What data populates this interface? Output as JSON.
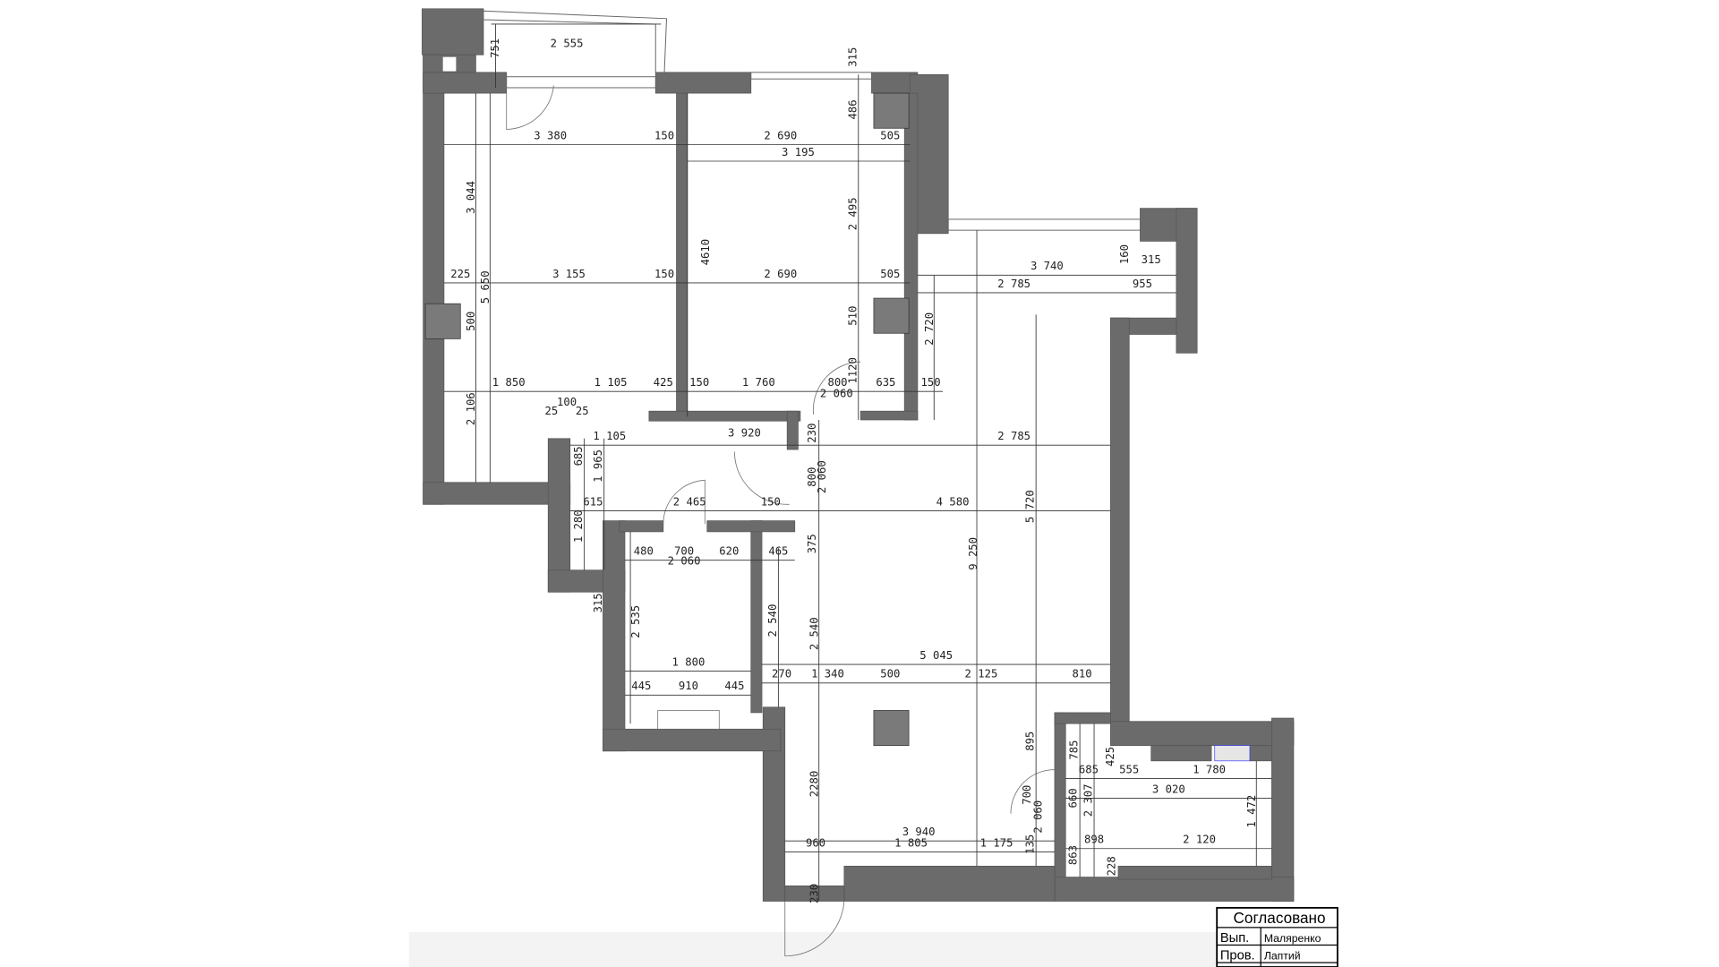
{
  "dimensions": {
    "horizontal": [
      "2 555",
      "3 380",
      "150",
      "2 690",
      "505",
      "3 195",
      "225",
      "3 155",
      "150",
      "2 690",
      "505",
      "3 740",
      "315",
      "2 785",
      "955",
      "1 850",
      "1 105",
      "425",
      "150",
      "1 760",
      "800",
      "635",
      "150",
      "2 060",
      "100",
      "25",
      "25",
      "1 105",
      "3 920",
      "2 785",
      "615",
      "2 465",
      "150",
      "4 580",
      "480",
      "700",
      "620",
      "465",
      "2 060",
      "1 800",
      "5 045",
      "445",
      "910",
      "445",
      "270",
      "1 340",
      "500",
      "2 125",
      "810",
      "3 940",
      "960",
      "1 805",
      "1 175",
      "685",
      "555",
      "1 780",
      "3 020",
      "898",
      "2 120"
    ],
    "vertical": [
      "751",
      "315",
      "486",
      "3 044",
      "2 495",
      "4610",
      "160",
      "5 650",
      "500",
      "510",
      "2 720",
      "1120",
      "2 106",
      "230",
      "685",
      "1 965",
      "800",
      "2 060",
      "1 280",
      "375",
      "315",
      "2 535",
      "2 540",
      "2 540",
      "9 250",
      "5 720",
      "895",
      "2280",
      "785",
      "425",
      "700",
      "2 060",
      "660",
      "2 307",
      "1 472",
      "135",
      "863",
      "228",
      "230"
    ]
  },
  "title_block": {
    "header": "Согласовано",
    "rows": [
      {
        "label": "Вып.",
        "value": "Маляренко"
      },
      {
        "label": "Пров.",
        "value": "Лаптий"
      }
    ]
  }
}
